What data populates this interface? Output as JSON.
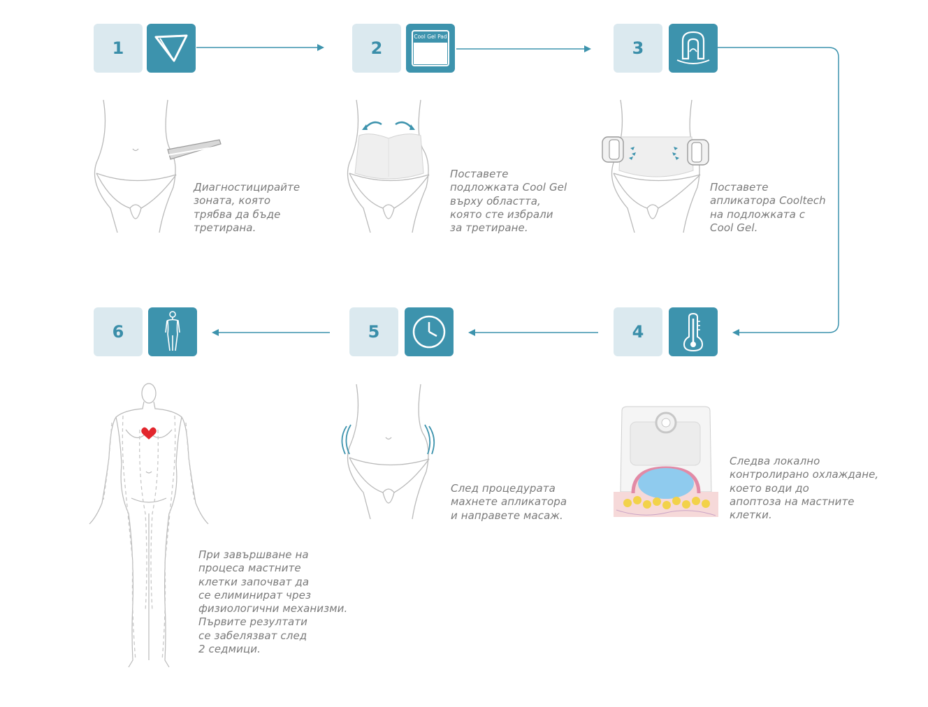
{
  "steps": [
    {
      "number": "1",
      "icon": "caliper-icon",
      "text": "Диагностицирайте\nзоната, която\nтрябва да бъде\nтретирана."
    },
    {
      "number": "2",
      "icon": "cool-gel-pad-icon",
      "pad_label": "Cool Gel Pad",
      "text": "Поставете\nподложката Cool Gel\nвърху областта,\nкоято сте избрали\nза третиране."
    },
    {
      "number": "3",
      "icon": "applicator-icon",
      "text": "Поставете\nапликатора Cooltech\nна подложката с\nCool Gel."
    },
    {
      "number": "4",
      "icon": "thermometer-icon",
      "text": "Следва локално\nконтролирано охлаждане,\nкоето води до\nапоптоза на мастните\nклетки."
    },
    {
      "number": "5",
      "icon": "clock-icon",
      "text": "След процедурата\nмахнете апликатора\nи направете масаж."
    },
    {
      "number": "6",
      "icon": "human-body-icon",
      "text": "При завършване на\nпроцеса мастните\nклетки започват да\nсе елиминират чрез\nфизиологични механизми.\nПървите резултати\nсе забелязват след\n2 седмици."
    }
  ],
  "colors": {
    "accent": "#3d93ad",
    "number_bg": "#dbe9ef",
    "number_text": "#3a8ea9",
    "text": "#7a7a7a",
    "outline": "#b9b9b9",
    "heart": "#e2262d"
  }
}
